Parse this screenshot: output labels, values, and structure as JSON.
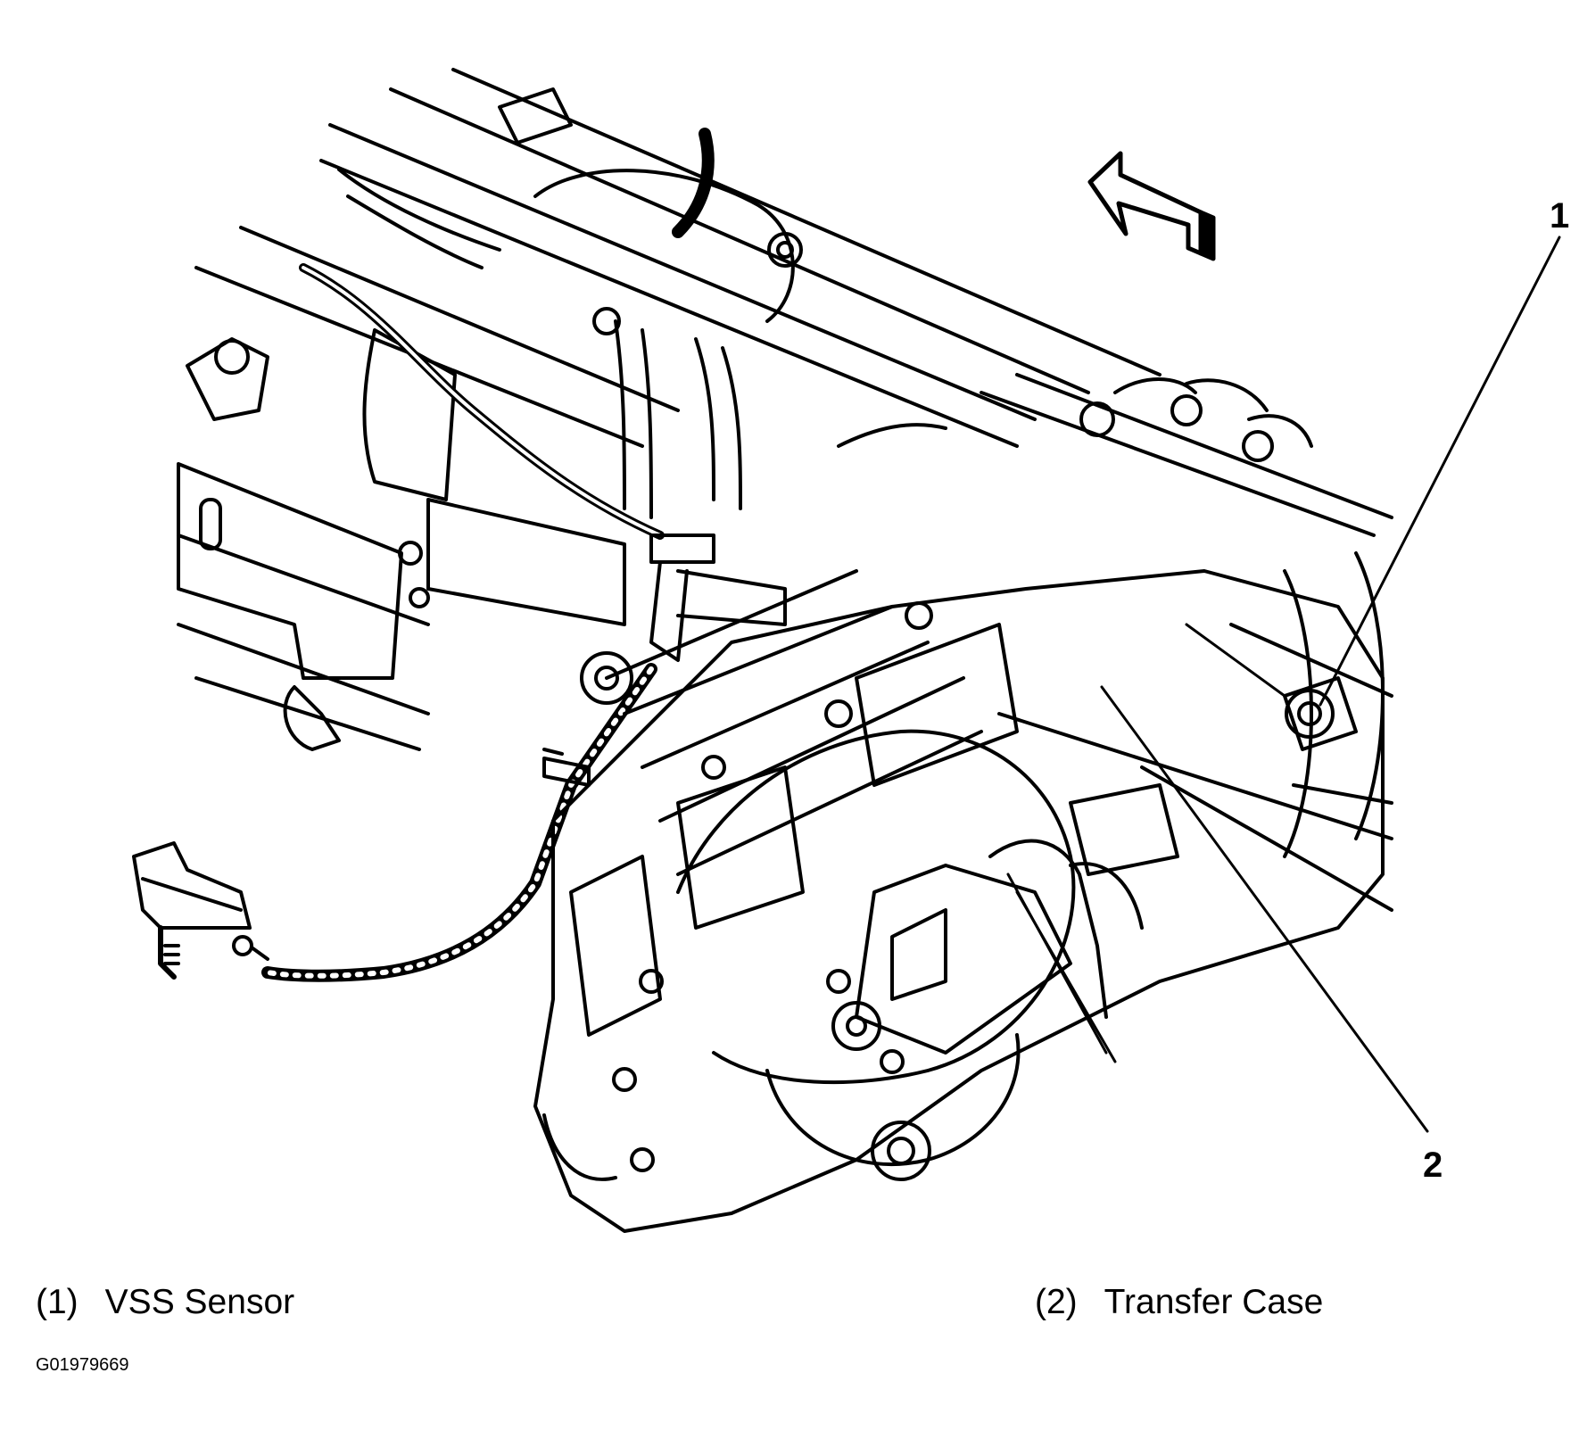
{
  "callouts": [
    {
      "number": "1"
    },
    {
      "number": "2"
    }
  ],
  "legend": [
    {
      "number": "(1)",
      "label": "VSS Sensor"
    },
    {
      "number": "(2)",
      "label": "Transfer Case"
    }
  ],
  "figure_id": "G01979669",
  "icons": [
    "forward-direction-arrow-icon"
  ]
}
